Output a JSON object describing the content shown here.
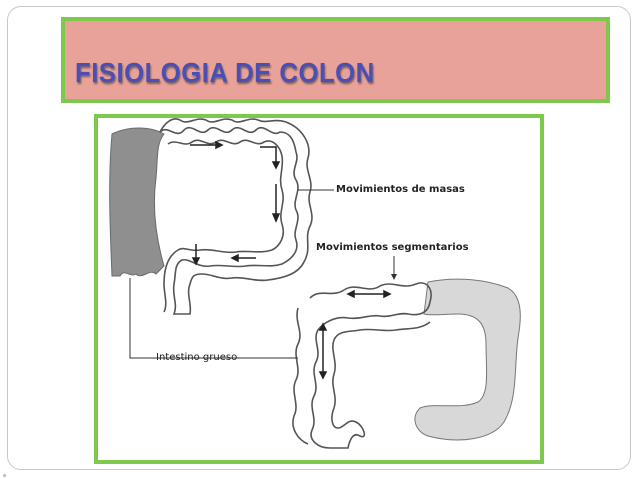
{
  "slide": {
    "title": "FISIOLOGIA DE COLON"
  },
  "diagram": {
    "labels": {
      "mass_movements": "Movimientos de masas",
      "segmental_movements": "Movimientos segmentarios",
      "large_intestine": "Intestino grueso"
    }
  },
  "colors": {
    "title_band": "#e8a29a",
    "frame_border": "#7ec84d",
    "title_text": "#4a4fb5"
  }
}
